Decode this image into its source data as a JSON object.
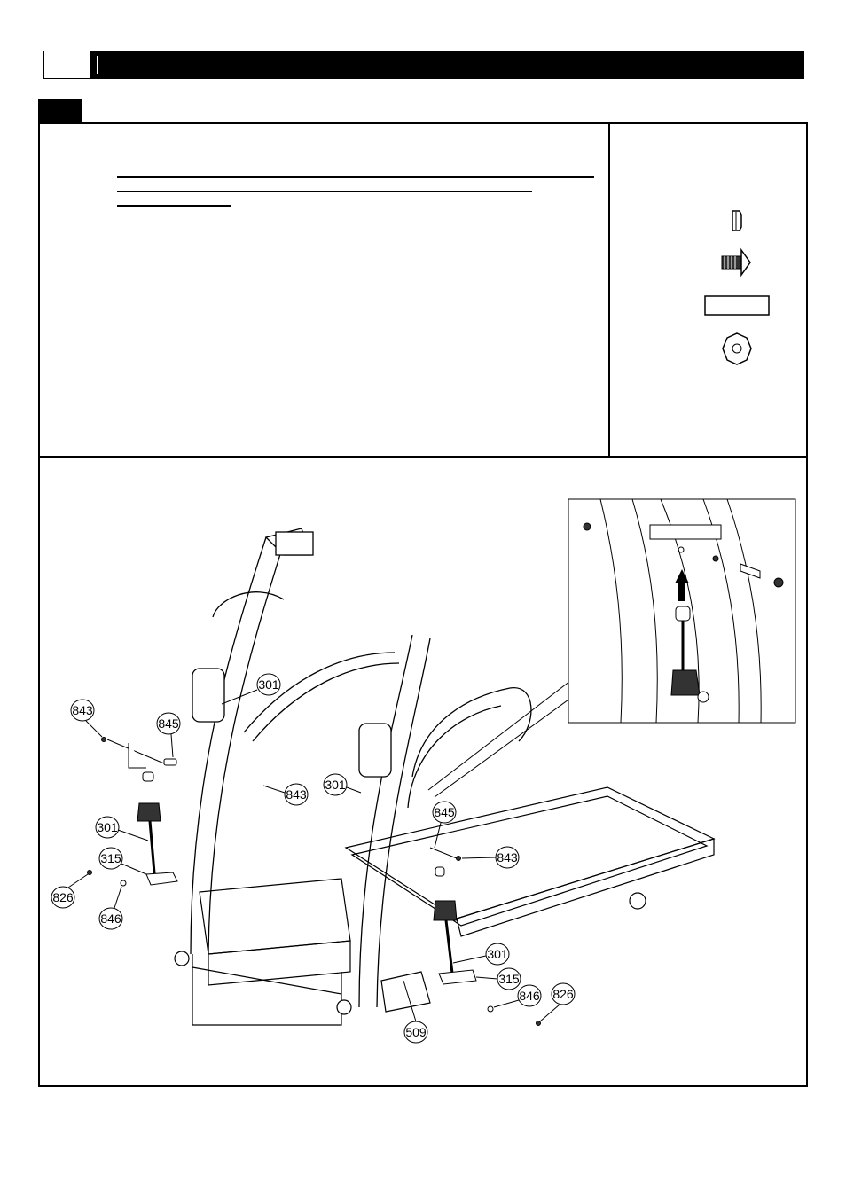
{
  "page": {
    "header_text": "",
    "step_label": ""
  },
  "hardware": {
    "items": [
      {
        "icon": "spacer-icon"
      },
      {
        "icon": "bolt-icon"
      },
      {
        "icon": "wrench-bar-icon"
      },
      {
        "icon": "washer-icon"
      }
    ]
  },
  "callouts": {
    "c843a": "843",
    "c845a": "845",
    "c301a": "301",
    "c843b": "843",
    "c301b": "301",
    "c301c": "301",
    "c315a": "315",
    "c826a": "826",
    "c846a": "846",
    "c845b": "845",
    "c843c": "843",
    "c301d": "301",
    "c315b": "315",
    "c846b": "846",
    "c826b": "826",
    "c509": "509"
  }
}
